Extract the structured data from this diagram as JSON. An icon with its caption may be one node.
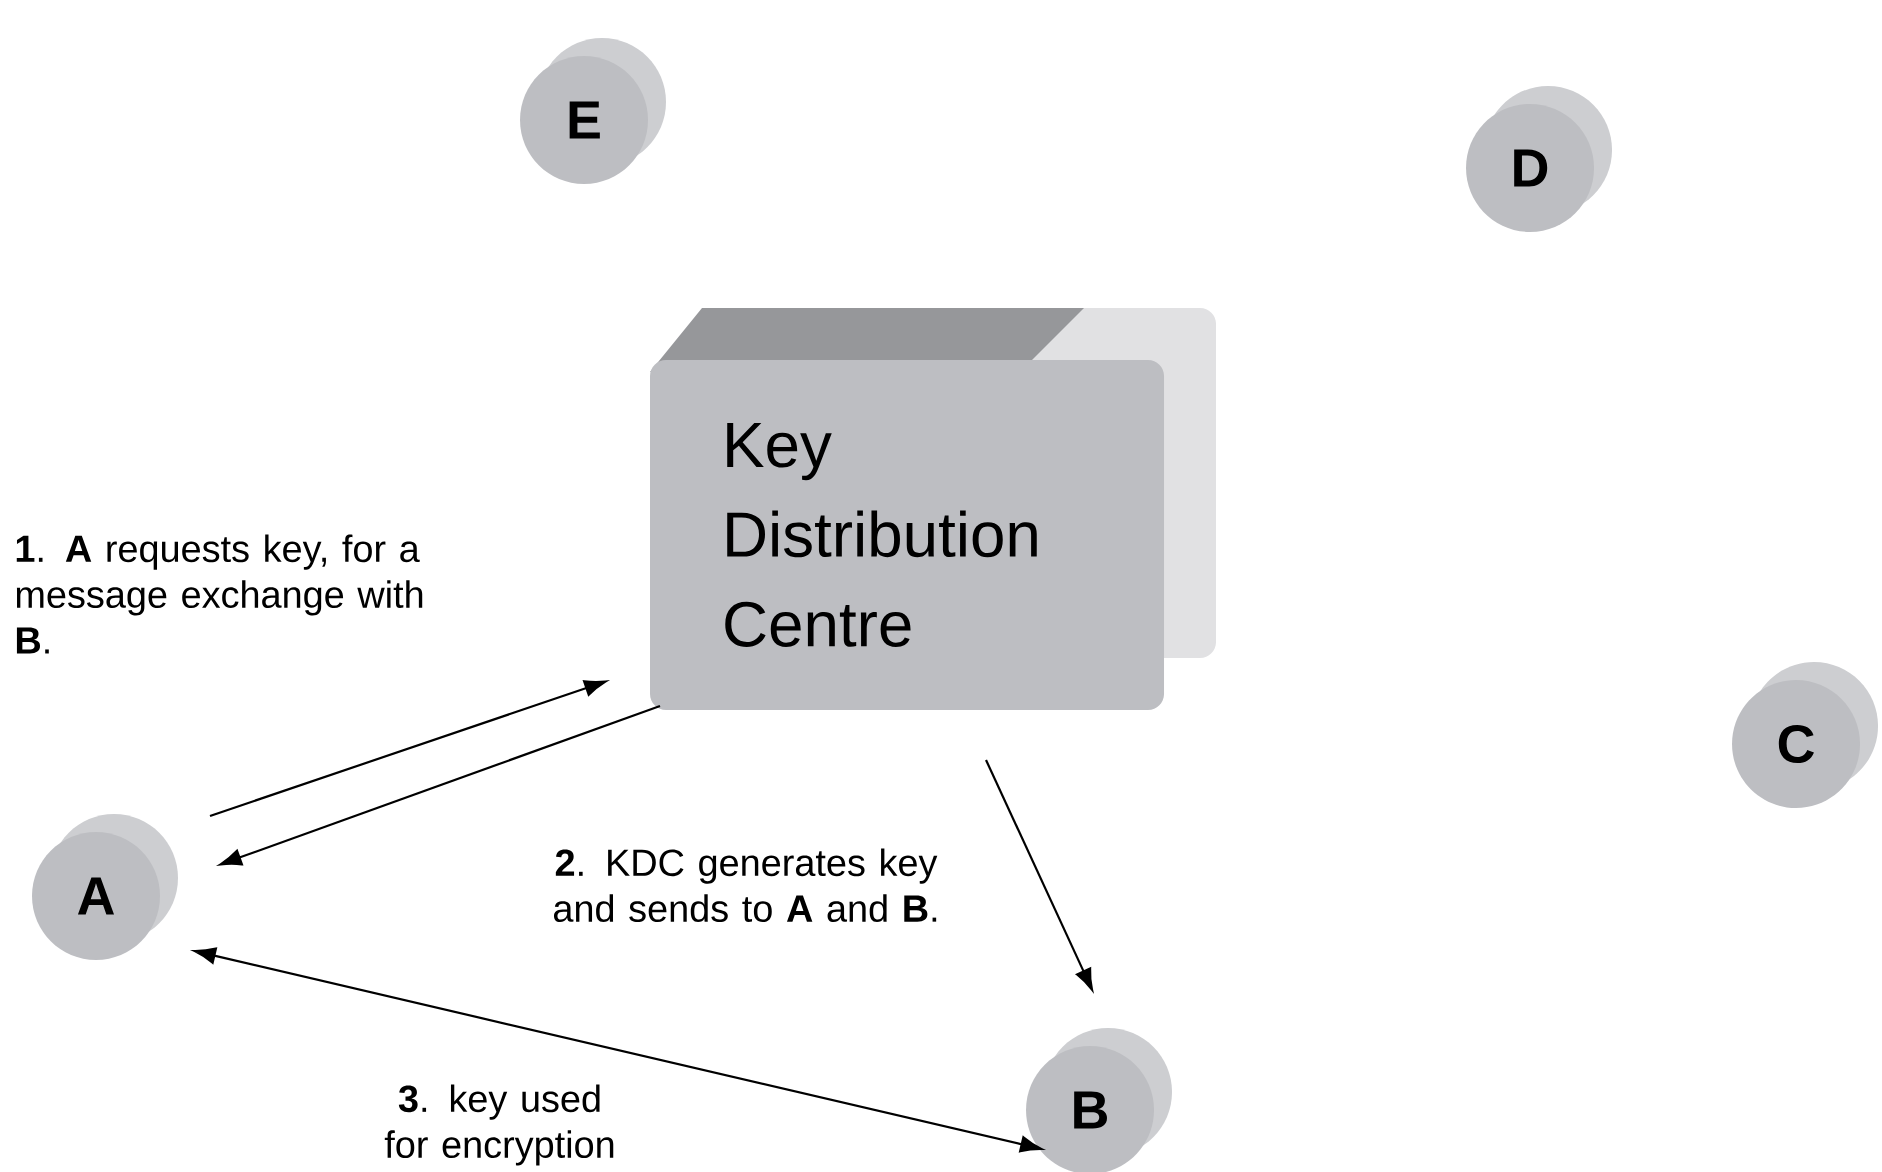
{
  "diagram": {
    "nodes": [
      {
        "text": [
          "E"
        ]
      },
      {
        "text": [
          "D"
        ]
      },
      {
        "text": [
          "Key Distribution Centre"
        ]
      },
      {
        "text": [
          "C"
        ]
      },
      {
        "text": [
          "A"
        ]
      },
      {
        "text": [
          "B"
        ]
      }
    ],
    "edges": [
      {
        "from": 4,
        "to": 2,
        "arrow": "to",
        "label": "**1**. **A** requests key, for a message exchange with **B**."
      },
      {
        "from": 2,
        "to": 4,
        "arrow": "to",
        "label": "**2**. KDC generates key and sends to **A** and **B**."
      },
      {
        "from": 2,
        "to": 5,
        "arrow": "to"
      },
      {
        "from": 4,
        "to": 5,
        "arrow": "both",
        "label": "**3**. key used for encryption"
      }
    ]
  }
}
